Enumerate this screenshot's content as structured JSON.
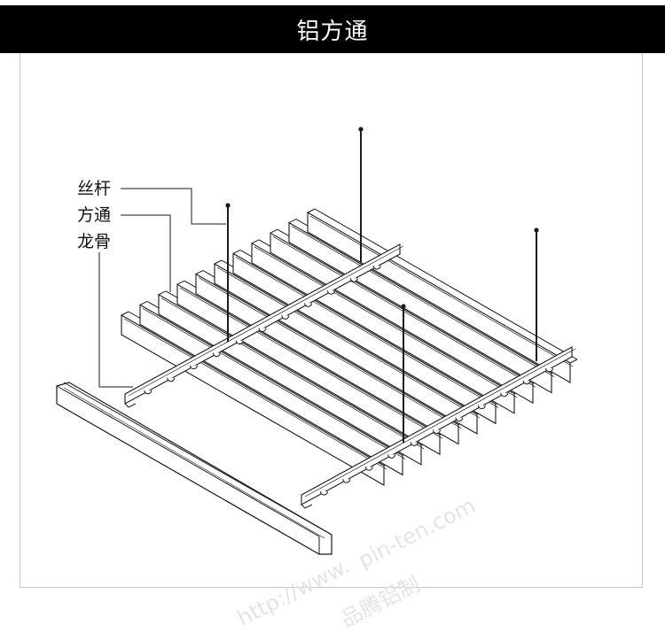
{
  "title": "铝方通",
  "labels": {
    "rod": "丝杆",
    "tube": "方通",
    "keel": "龙骨"
  },
  "watermark": {
    "site": "pin-ten.com",
    "prefix": "http://www.",
    "brand": "品腾铝制"
  },
  "colors": {
    "title_bg": "#000000",
    "title_text": "#ffffff",
    "line": "#1a1a1a",
    "frame": "#c8c8c8",
    "watermark": "#e4e4e4"
  }
}
